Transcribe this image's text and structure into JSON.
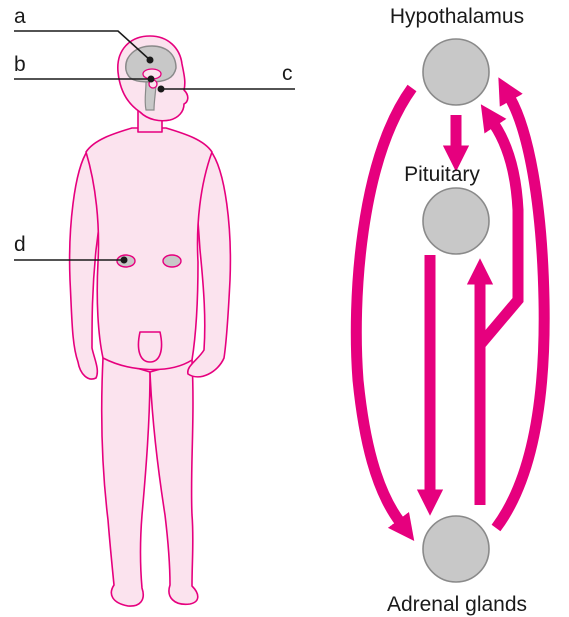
{
  "body_figure": {
    "callouts": [
      {
        "id": "a",
        "letter": "a"
      },
      {
        "id": "b",
        "letter": "b"
      },
      {
        "id": "c",
        "letter": "c"
      },
      {
        "id": "d",
        "letter": "d"
      }
    ]
  },
  "axis_diagram": {
    "nodes": [
      {
        "id": "hypothalamus",
        "label": "Hypothalamus"
      },
      {
        "id": "pituitary",
        "label": "Pituitary"
      },
      {
        "id": "adrenal",
        "label": "Adrenal glands"
      }
    ]
  },
  "colors": {
    "arrow": "#e6007e",
    "skin_fill": "#fbe3ee",
    "skin_outline": "#e6007e",
    "organ_fill": "#c8c8c8",
    "organ_stroke": "#8a8a8a"
  }
}
